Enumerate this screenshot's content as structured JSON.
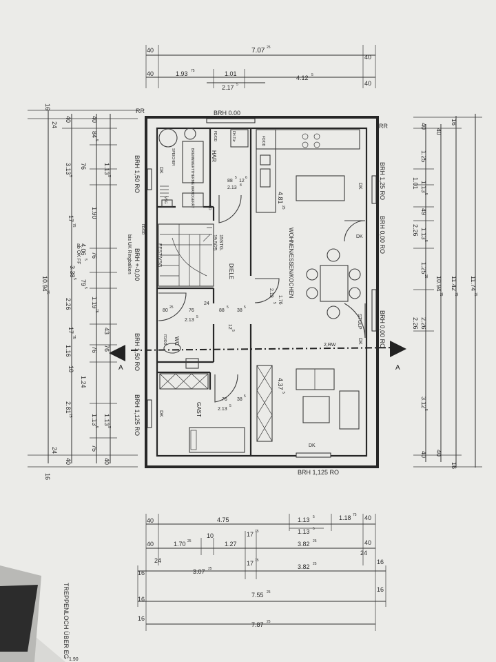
{
  "dims": {
    "top": {
      "row1": [
        "40",
        "7.07",
        "25",
        "40"
      ],
      "row2": [
        "40",
        "1.93",
        "75",
        "1.01",
        "2.17",
        "5",
        "4.12",
        "5",
        "40"
      ]
    },
    "bottom": {
      "row1": [
        "40",
        "4.75",
        "1.13",
        "5",
        "1.13",
        "5",
        "1.18",
        "75",
        "40"
      ],
      "row2": [
        "40",
        "1.70",
        "25",
        "10",
        "1.27",
        "17",
        "75",
        "3.82",
        "25",
        "40"
      ],
      "row2b": [
        "24",
        "24"
      ],
      "row3": [
        "16",
        "3.07",
        "25",
        "17",
        "75",
        "3.82",
        "25",
        "16"
      ],
      "row4": [
        "16",
        "7.55",
        "25",
        "16"
      ],
      "row5": [
        "16",
        "7.87",
        "25"
      ]
    },
    "left": {
      "outer": [
        "16",
        "24",
        "10.94",
        "75",
        "24",
        "16"
      ],
      "mid": [
        "40",
        "3.13",
        "5",
        "17",
        "75",
        "2.26",
        "17",
        "75",
        "1.16",
        "10",
        "2.81",
        "25",
        "40"
      ],
      "inner": [
        "40",
        "84",
        "5",
        "76",
        "1.90",
        "76",
        "4.06",
        "5",
        "ab OK FF",
        "3.38",
        "5",
        "1.19",
        "75",
        "76",
        "1.24",
        "1.13",
        "5",
        "75"
      ],
      "inner2": [
        "1.13",
        "5",
        "79",
        "5",
        "43",
        "76",
        "1.13",
        "5",
        "40"
      ]
    },
    "right": {
      "inner": [
        "40",
        "1.25",
        "1.01",
        "1.13",
        "5",
        "49",
        "2.26",
        "1.13",
        "5",
        "1.25",
        "25",
        "2.26",
        "2.26",
        "3.12",
        "5",
        "40"
      ],
      "mid": [
        "40",
        "10.94",
        "75",
        "40"
      ],
      "outer": [
        "16",
        "11.42",
        "75",
        "16"
      ],
      "outer2": [
        "11.74",
        "75"
      ]
    }
  },
  "labels": {
    "rr_left": "RR",
    "rr_right": "RR",
    "brh_top": "BRH 0.00",
    "brh_bottom": "BRH 1,125 RO",
    "brh_right_1": "BRH 1,25 RO",
    "brh_right_2": "BRH 0,00 RO",
    "brh_right_3": "BRH 0,00 RO",
    "brh_left_1": "BRH 1,50 RO",
    "brh_left_2": "BRH 1,50 RO",
    "brh_left_3": "BRH 1,125 RO",
    "brh_left_4": "BRH +-0,00",
    "brh_left_4b": "bis UK Ringbalken",
    "section_a": "A",
    "treppenloch": "TREPPENLOCH ÜBER EG",
    "corner": "1.90"
  },
  "rooms": {
    "har": "HAR",
    "wohnen": "WOHNEN/ESSEN/KOCHEN",
    "diele": "DIELE",
    "wc": "WC",
    "gast": "GAST",
    "fest_vsg": "FEST/VSG",
    "steps": "15STG.",
    "steps_ratio": "19,5/25",
    "speicher": "SPEICHER",
    "brennwert": "BRENNWERTTHERME WANDGERÄT",
    "vsg": "VSG",
    "stulp": "STULP",
    "rw": "2,RW",
    "dk1": "DK",
    "dk2": "DK",
    "dk3": "DK",
    "dk4": "DK",
    "dk5": "DK",
    "dk6": "DK",
    "fd_dd": "FD/DD",
    "fd_dd2": "FD/DD",
    "fd_dd3": "FD/DD",
    "fd_dd4": "FD/DD",
    "fd": "FD",
    "fh_tur": "FH-Tür"
  },
  "inner_dims": {
    "har_door": [
      "88",
      "5",
      "12",
      "6",
      "2.13",
      "8"
    ],
    "wohnen_h": [
      "4.81",
      "25"
    ],
    "diele_w": [
      "1.76",
      "2.13",
      "5"
    ],
    "wc_door": [
      "80",
      "25",
      "76",
      "2.13",
      "5",
      "24"
    ],
    "diele_door": [
      "88",
      "5",
      "38",
      "5",
      "12",
      "5"
    ],
    "wohnen_lower": [
      "4.37",
      "5"
    ],
    "gast_door": [
      "76",
      "38",
      "5",
      "2.13",
      "5"
    ]
  }
}
